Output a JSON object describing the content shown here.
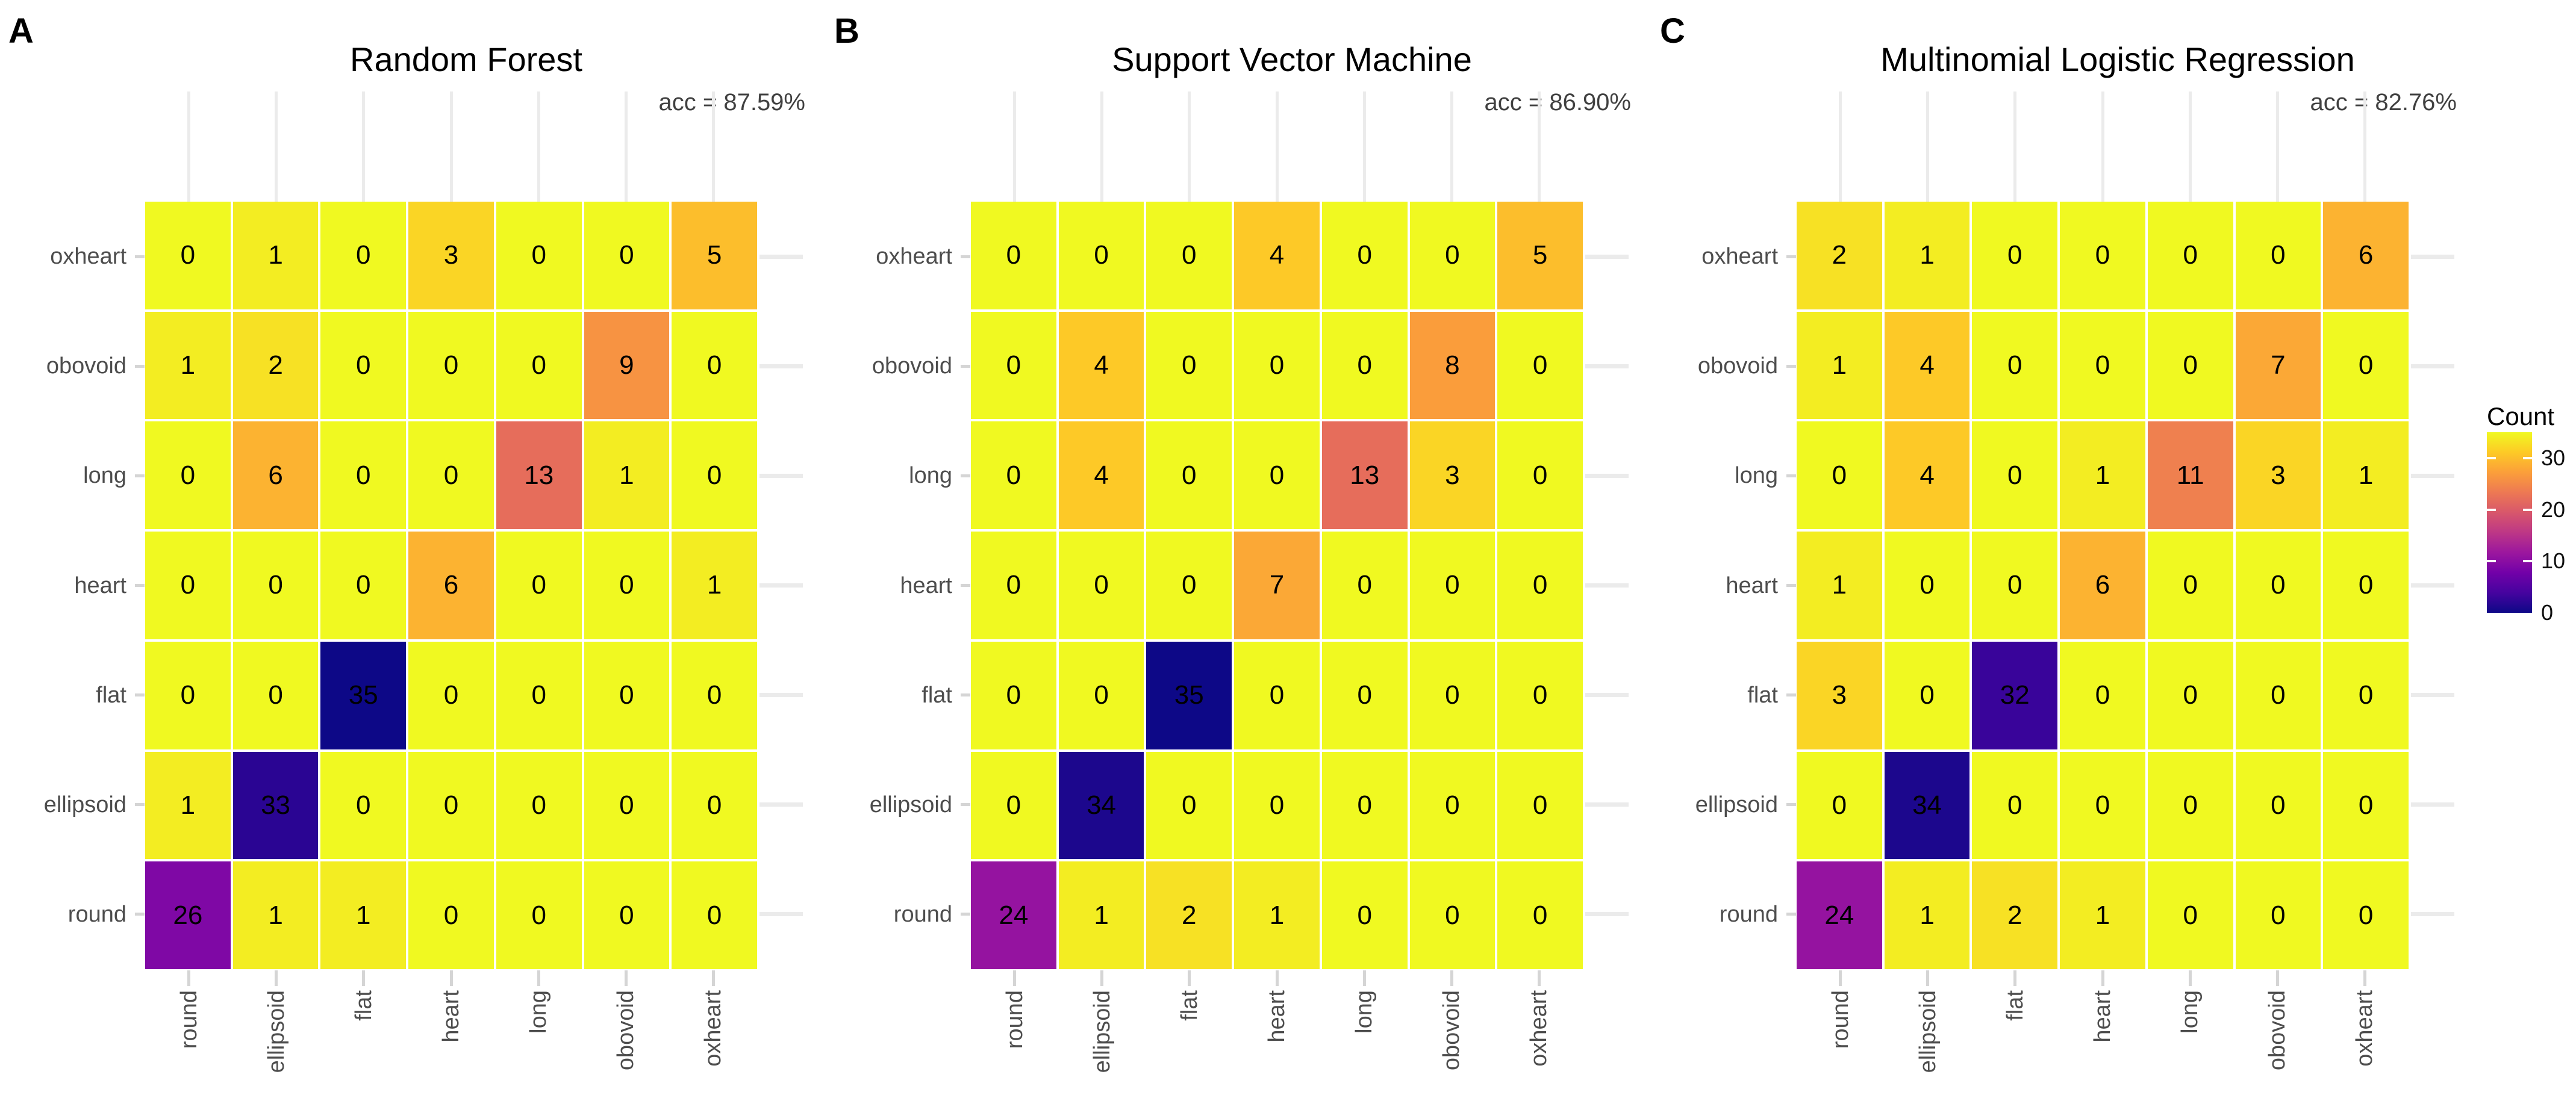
{
  "figure": {
    "panels": [
      {
        "letter": "A",
        "title": "Random Forest",
        "accuracy_label": "acc = 87.59%"
      },
      {
        "letter": "B",
        "title": "Support Vector Machine",
        "accuracy_label": "acc = 86.90%"
      },
      {
        "letter": "C",
        "title": "Multinomial Logistic Regression",
        "accuracy_label": "acc = 82.76%"
      }
    ]
  },
  "chart_data": [
    {
      "type": "heatmap",
      "title": "Random Forest",
      "accuracy_pct": 87.59,
      "x_labels": [
        "round",
        "ellipsoid",
        "flat",
        "heart",
        "long",
        "obovoid",
        "oxheart"
      ],
      "y_labels_top_to_bottom": [
        "oxheart",
        "obovoid",
        "long",
        "heart",
        "flat",
        "ellipsoid",
        "round"
      ],
      "values_rows_top_to_bottom": [
        [
          0,
          1,
          0,
          3,
          0,
          0,
          5
        ],
        [
          1,
          2,
          0,
          0,
          0,
          9,
          0
        ],
        [
          0,
          6,
          0,
          0,
          13,
          1,
          0
        ],
        [
          0,
          0,
          0,
          6,
          0,
          0,
          1
        ],
        [
          0,
          0,
          35,
          0,
          0,
          0,
          0
        ],
        [
          1,
          33,
          0,
          0,
          0,
          0,
          0
        ],
        [
          26,
          1,
          1,
          0,
          0,
          0,
          0
        ]
      ],
      "color_scale": "plasma reversed, 0=yellow to 35=dark blue",
      "grid": "light gray stubs above and right of tile area"
    },
    {
      "type": "heatmap",
      "title": "Support Vector Machine",
      "accuracy_pct": 86.9,
      "x_labels": [
        "round",
        "ellipsoid",
        "flat",
        "heart",
        "long",
        "obovoid",
        "oxheart"
      ],
      "y_labels_top_to_bottom": [
        "oxheart",
        "obovoid",
        "long",
        "heart",
        "flat",
        "ellipsoid",
        "round"
      ],
      "values_rows_top_to_bottom": [
        [
          0,
          0,
          0,
          4,
          0,
          0,
          5
        ],
        [
          0,
          4,
          0,
          0,
          0,
          8,
          0
        ],
        [
          0,
          4,
          0,
          0,
          13,
          3,
          0
        ],
        [
          0,
          0,
          0,
          7,
          0,
          0,
          0
        ],
        [
          0,
          0,
          35,
          0,
          0,
          0,
          0
        ],
        [
          0,
          34,
          0,
          0,
          0,
          0,
          0
        ],
        [
          24,
          1,
          2,
          1,
          0,
          0,
          0
        ]
      ],
      "color_scale": "plasma reversed, 0=yellow to 35=dark blue",
      "grid": "light gray stubs above and right of tile area"
    },
    {
      "type": "heatmap",
      "title": "Multinomial Logistic Regression",
      "accuracy_pct": 82.76,
      "x_labels": [
        "round",
        "ellipsoid",
        "flat",
        "heart",
        "long",
        "obovoid",
        "oxheart"
      ],
      "y_labels_top_to_bottom": [
        "oxheart",
        "obovoid",
        "long",
        "heart",
        "flat",
        "ellipsoid",
        "round"
      ],
      "values_rows_top_to_bottom": [
        [
          2,
          1,
          0,
          0,
          0,
          0,
          6
        ],
        [
          1,
          4,
          0,
          0,
          0,
          7,
          0
        ],
        [
          0,
          4,
          0,
          1,
          11,
          3,
          1
        ],
        [
          1,
          0,
          0,
          6,
          0,
          0,
          0
        ],
        [
          3,
          0,
          32,
          0,
          0,
          0,
          0
        ],
        [
          0,
          34,
          0,
          0,
          0,
          0,
          0
        ],
        [
          24,
          1,
          2,
          1,
          0,
          0,
          0
        ]
      ],
      "color_scale": "plasma reversed, 0=yellow to 35=dark blue",
      "grid": "light gray stubs above and right of tile area"
    }
  ],
  "legend": {
    "title": "Count",
    "min": 0,
    "max": 35,
    "tick_values": [
      30,
      20,
      10,
      0
    ],
    "tick_labels": [
      "30",
      "20",
      "10",
      "0"
    ],
    "orientation": "vertical, 0 at bottom (yellow), high at top (dark blue)"
  },
  "colors": {
    "plasma_anchors_low_to_high": [
      "#0d0887",
      "#46039f",
      "#7201a8",
      "#9c179e",
      "#bd3786",
      "#d8576b",
      "#ed7953",
      "#fb9f3a",
      "#fdca26",
      "#f0f921"
    ],
    "gridline": "#EBEBEB",
    "axis_tick": "#D5D5D5",
    "axis_text": "#4D4D4D",
    "accuracy_text": "#404040",
    "cell_text": "#000000",
    "tile_gap": "#FFFFFF",
    "background": "#FFFFFF"
  }
}
